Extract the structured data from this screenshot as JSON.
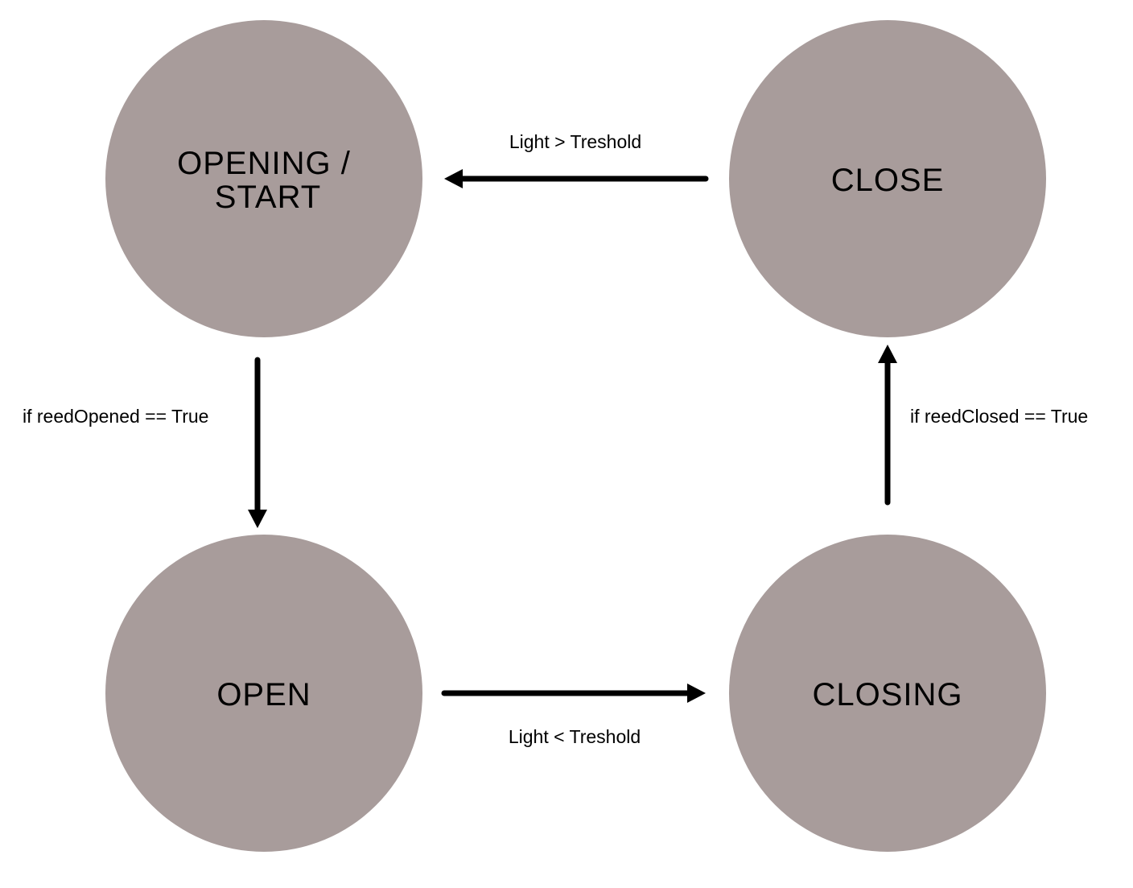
{
  "states": {
    "opening_start": {
      "line1": "OPENING /",
      "line2": "START"
    },
    "close": {
      "label": "CLOSE"
    },
    "open": {
      "label": "OPEN"
    },
    "closing": {
      "label": "CLOSING"
    }
  },
  "transitions": {
    "close_to_opening": {
      "label": "Light > Treshold"
    },
    "opening_to_open": {
      "label": "if reedOpened == True"
    },
    "open_to_closing": {
      "label": "Light < Treshold"
    },
    "closing_to_close": {
      "label": "if reedClosed == True"
    }
  },
  "colors": {
    "state_fill": "#a89c9b",
    "line": "#000000",
    "background": "#ffffff"
  }
}
